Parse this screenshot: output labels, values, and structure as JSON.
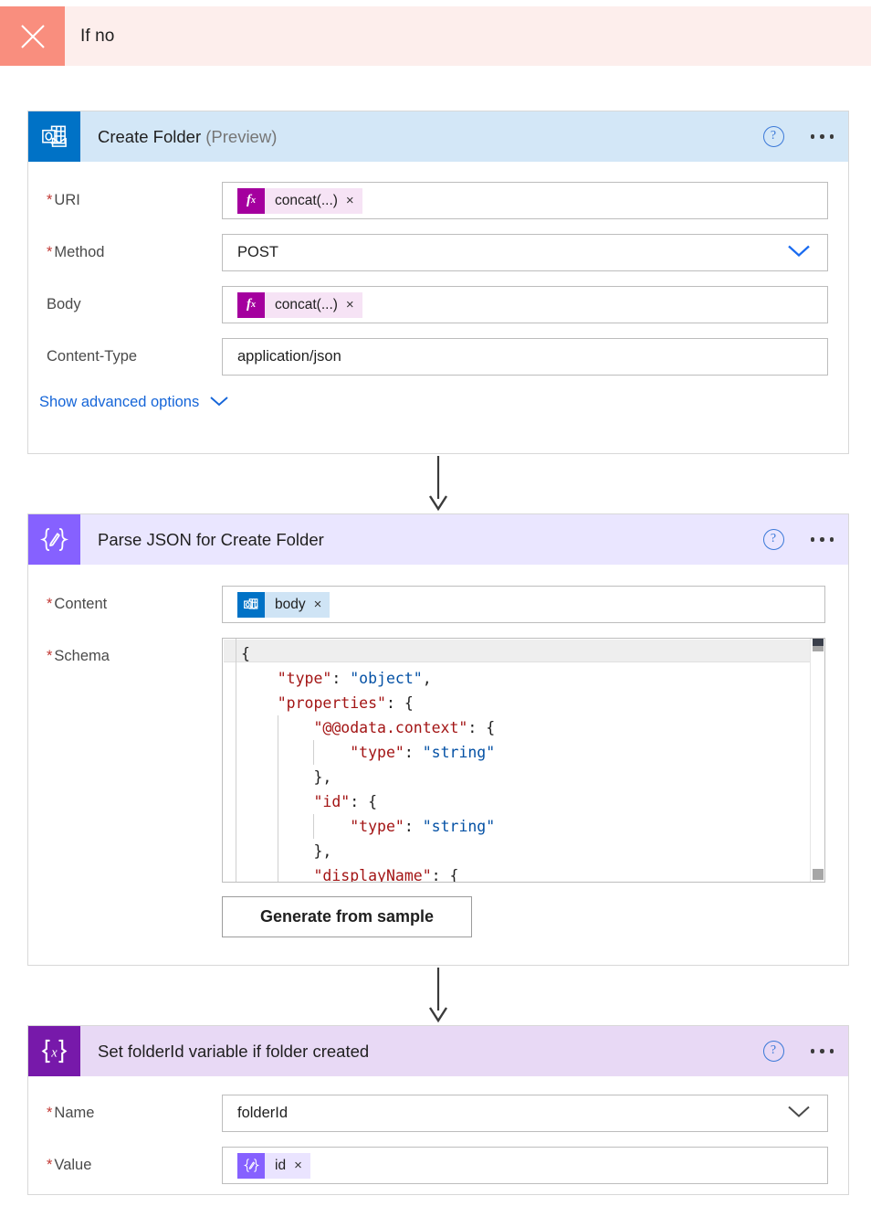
{
  "branch": {
    "title": "If no",
    "close_icon": "close-icon",
    "tile_color": "#f98e7e",
    "bar_color": "#fdeeec"
  },
  "common": {
    "help_label": "?",
    "more_label": "•••",
    "token_remove": "×"
  },
  "cards": [
    {
      "id": "create-folder",
      "title": "Create Folder",
      "title_suffix": "(Preview)",
      "icon": "outlook-icon",
      "header_color": "#d3e7f7",
      "icon_color": "#0072c6",
      "fields": [
        {
          "label": "URI",
          "required": true,
          "type": "token",
          "token_kind": "fx",
          "token_text": "concat(...)"
        },
        {
          "label": "Method",
          "required": true,
          "type": "text",
          "value": "POST",
          "dropdown": true
        },
        {
          "label": "Body",
          "required": false,
          "type": "token",
          "token_kind": "fx",
          "token_text": "concat(...)"
        },
        {
          "label": "Content-Type",
          "required": false,
          "type": "text",
          "value": "application/json",
          "dropdown": false
        }
      ],
      "advanced_label": "Show advanced options"
    },
    {
      "id": "parse-json",
      "title": "Parse JSON for Create Folder",
      "title_suffix": "",
      "icon": "parse-json-icon",
      "header_color": "#eae6ff",
      "icon_color": "#8661ff",
      "fields": [
        {
          "label": "Content",
          "required": true,
          "type": "token",
          "token_kind": "outlook",
          "token_text": "body"
        },
        {
          "label": "Schema",
          "required": true,
          "type": "code"
        }
      ],
      "generate_button": "Generate from sample"
    },
    {
      "id": "set-variable",
      "title": "Set folderId variable if folder created",
      "title_suffix": "",
      "icon": "variable-icon",
      "header_color": "#e8d9f5",
      "icon_color": "#7719aa",
      "fields": [
        {
          "label": "Name",
          "required": true,
          "type": "text",
          "value": "folderId",
          "dropdown": true
        },
        {
          "label": "Value",
          "required": true,
          "type": "token",
          "token_kind": "parse",
          "token_text": "id"
        }
      ]
    }
  ],
  "schema_code": {
    "lines": [
      {
        "indent": 0,
        "tokens": [
          {
            "c": "p",
            "t": "{"
          }
        ]
      },
      {
        "indent": 1,
        "tokens": [
          {
            "c": "k",
            "t": "\"type\""
          },
          {
            "c": "p",
            "t": ": "
          },
          {
            "c": "s",
            "t": "\"object\""
          },
          {
            "c": "p",
            "t": ","
          }
        ]
      },
      {
        "indent": 1,
        "tokens": [
          {
            "c": "k",
            "t": "\"properties\""
          },
          {
            "c": "p",
            "t": ": {"
          }
        ]
      },
      {
        "indent": 2,
        "tokens": [
          {
            "c": "k",
            "t": "\"@@odata.context\""
          },
          {
            "c": "p",
            "t": ": {"
          }
        ]
      },
      {
        "indent": 3,
        "tokens": [
          {
            "c": "k",
            "t": "\"type\""
          },
          {
            "c": "p",
            "t": ": "
          },
          {
            "c": "s",
            "t": "\"string\""
          }
        ]
      },
      {
        "indent": 2,
        "tokens": [
          {
            "c": "p",
            "t": "},"
          }
        ]
      },
      {
        "indent": 2,
        "tokens": [
          {
            "c": "k",
            "t": "\"id\""
          },
          {
            "c": "p",
            "t": ": {"
          }
        ]
      },
      {
        "indent": 3,
        "tokens": [
          {
            "c": "k",
            "t": "\"type\""
          },
          {
            "c": "p",
            "t": ": "
          },
          {
            "c": "s",
            "t": "\"string\""
          }
        ]
      },
      {
        "indent": 2,
        "tokens": [
          {
            "c": "p",
            "t": "},"
          }
        ]
      },
      {
        "indent": 2,
        "tokens": [
          {
            "c": "k",
            "t": "\"displayName\""
          },
          {
            "c": "p",
            "t": ": {"
          }
        ]
      }
    ]
  }
}
